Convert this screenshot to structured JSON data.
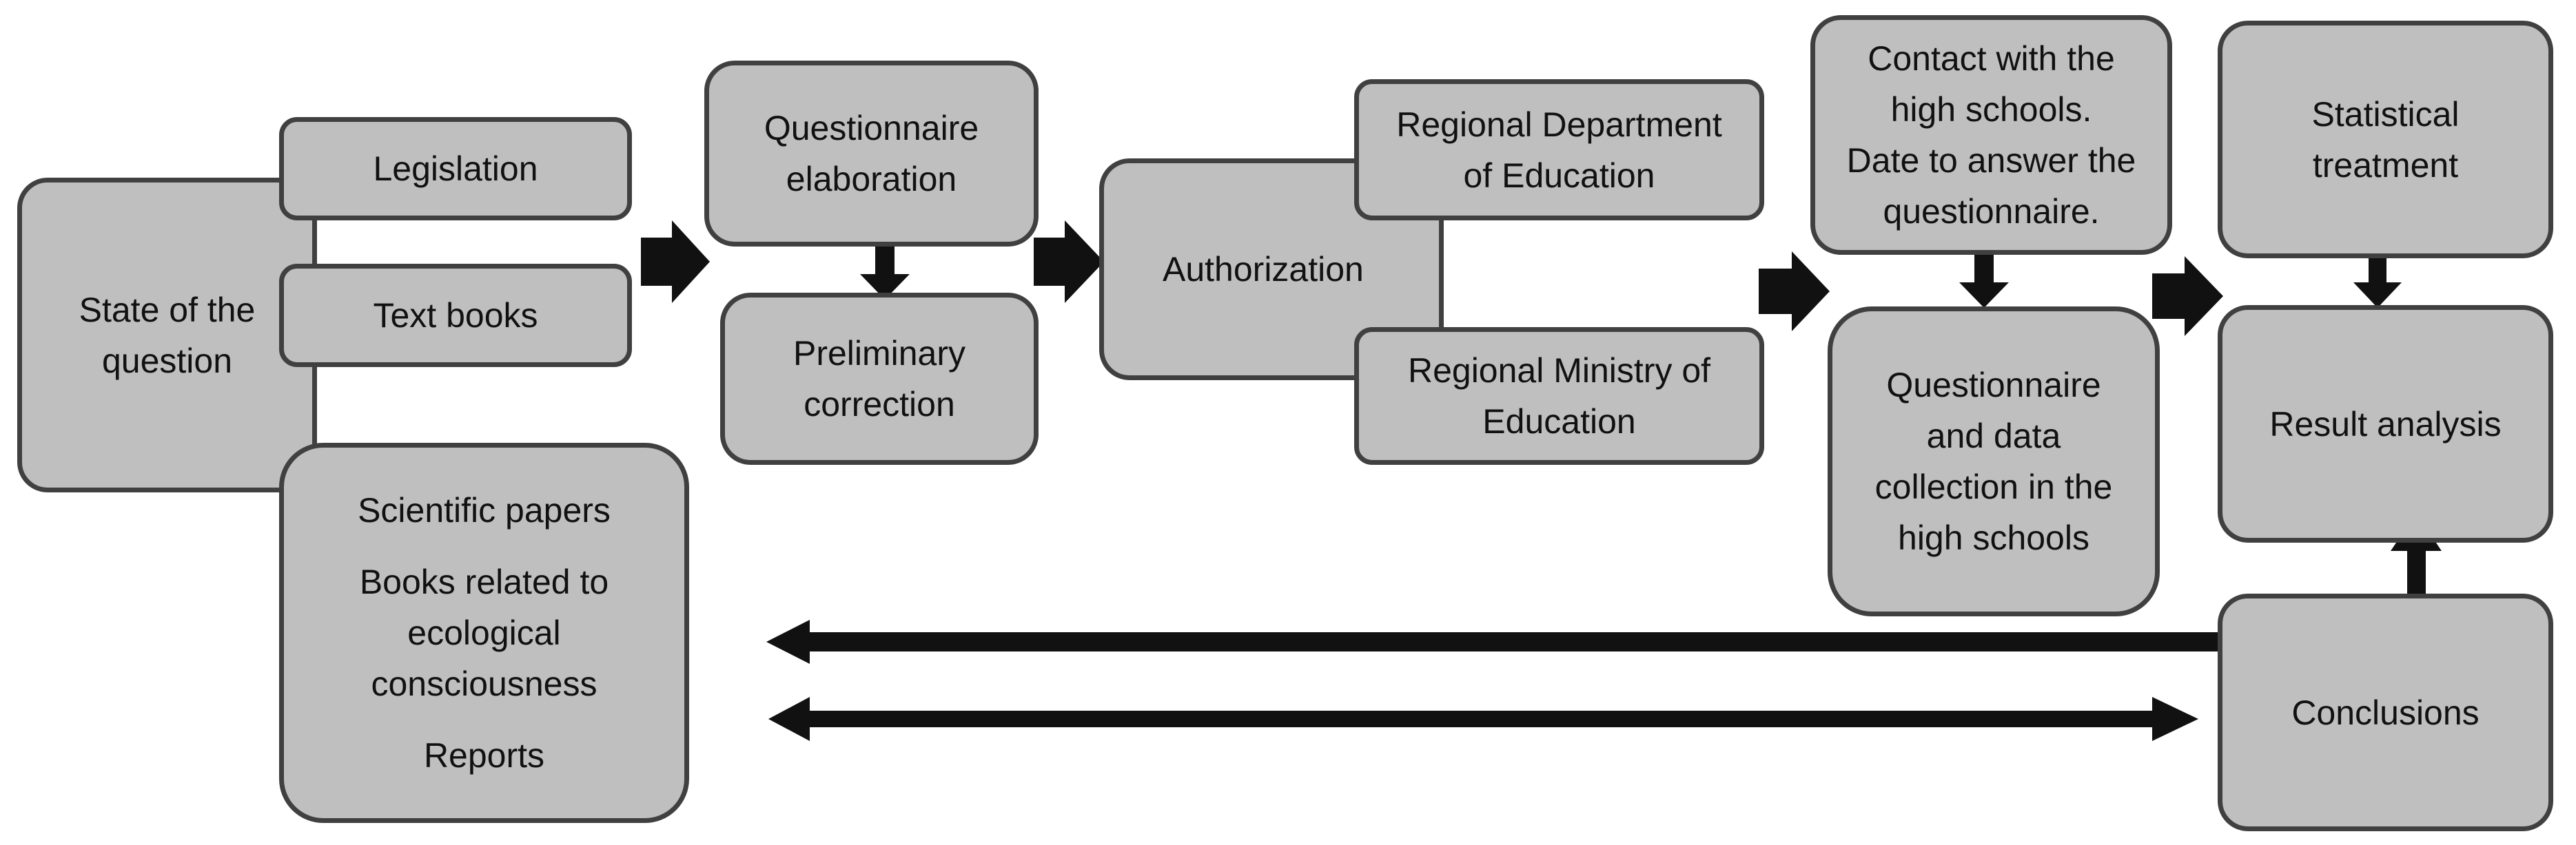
{
  "diagram": {
    "colors": {
      "box_fill": "#bfbfbf",
      "box_border": "#404040",
      "arrow": "#111111",
      "text": "#111111"
    },
    "nodes": {
      "state_of_question": "State of the\nquestion",
      "legislation": "Legislation",
      "text_books": "Text books",
      "sources": {
        "scientific_papers": "Scientific papers",
        "books_related": "Books related to\necological\nconsciousness",
        "reports": "Reports"
      },
      "questionnaire_elaboration": "Questionnaire\nelaboration",
      "preliminary_correction": "Preliminary\ncorrection",
      "authorization": "Authorization",
      "regional_department": "Regional Department\nof Education",
      "regional_ministry": "Regional Ministry of\nEducation",
      "contact_high_schools": "Contact with the\nhigh schools.\nDate to answer the\nquestionnaire.",
      "questionnaire_collection": "Questionnaire\nand data\ncollection  in the\nhigh schools",
      "statistical_treatment": "Statistical\ntreatment",
      "result_analysis": "Result analysis",
      "conclusions": "Conclusions"
    }
  }
}
